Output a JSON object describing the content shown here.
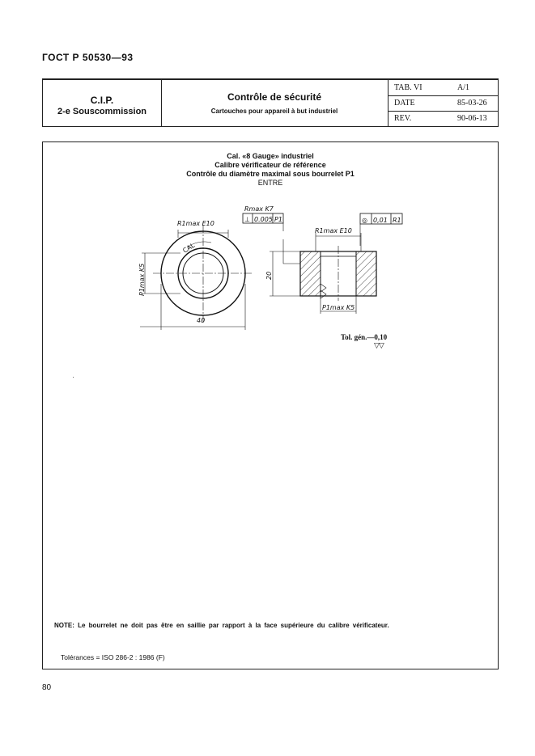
{
  "header": {
    "standard": "ГОСТ Р  50530—93"
  },
  "title_block": {
    "org_line1": "C.I.P.",
    "org_line2": "2-e Souscommission",
    "title": "Contrôle de sécurité",
    "subtitle": "Cartouches pour appareil à but industriel",
    "rows": [
      {
        "key": "TAB. VI",
        "value": "A/1"
      },
      {
        "key": "DATE",
        "value": "85-03-26"
      },
      {
        "key": "REV.",
        "value": "90-06-13"
      }
    ]
  },
  "drawing": {
    "title_lines": [
      "Cal. «8 Gauge» industriel",
      "Calibre vérificateur de référence",
      "Contrôle du diamètre maximal sous bourrelet P1",
      "ENTRE"
    ],
    "labels": {
      "rmax": "Rmax  K7",
      "perp_symbol": "⊥",
      "perp_tol": "0.005",
      "perp_datum": "P1",
      "conc_symbol": "◎",
      "conc_tol": "0,01",
      "conc_datum": "R1",
      "r1max_left": "R1max  E10",
      "r1max_right": "R1max  E10",
      "p1max_left": "P1max  K5",
      "p1max_right": "P1max  K5",
      "cal": "CAL",
      "dim_40": "40",
      "dim_20": "20"
    },
    "tolerance": "Tol. gén.—0,10",
    "tolerance_symbol": "▽▽"
  },
  "note": "NOTE: Le bourrelet ne doit pas être en saillie par rapport à la face supérieure du calibre vérificateur.",
  "tolerances": "Tolérances = ISO 286-2 : 1986 (F)",
  "page_number": "80"
}
